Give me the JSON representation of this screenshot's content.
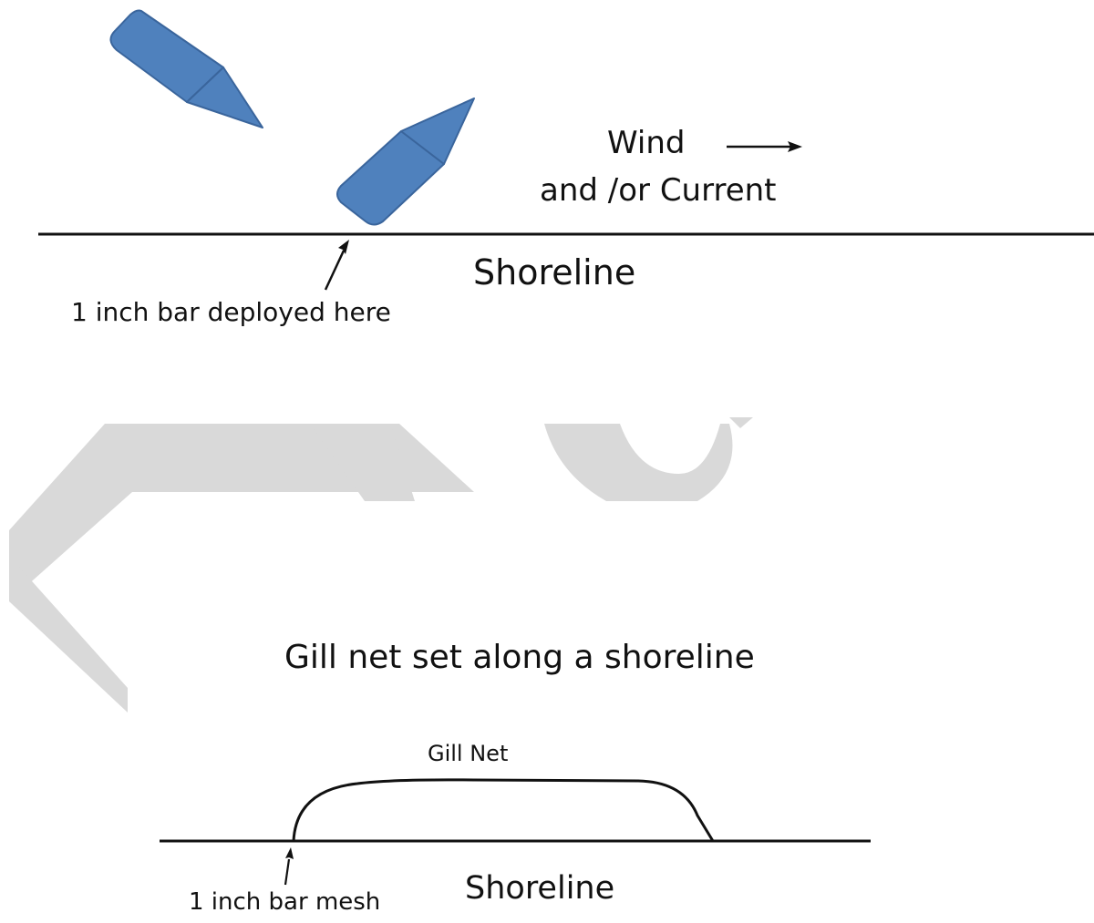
{
  "diagram": {
    "colors": {
      "boat_fill": "#4f81bd",
      "boat_stroke": "#3a659c",
      "ink": "#111111",
      "watermark": "#d9d9d9"
    },
    "top_panel": {
      "wind_label": "Wind",
      "current_label": "and /or Current",
      "shoreline_label": "Shoreline",
      "deploy_label": "1 inch bar deployed here"
    },
    "bottom_panel": {
      "title": "Gill net set along a shoreline",
      "net_label": "Gill Net",
      "shoreline_label": "Shoreline",
      "mesh_label": "1 inch bar mesh"
    }
  }
}
